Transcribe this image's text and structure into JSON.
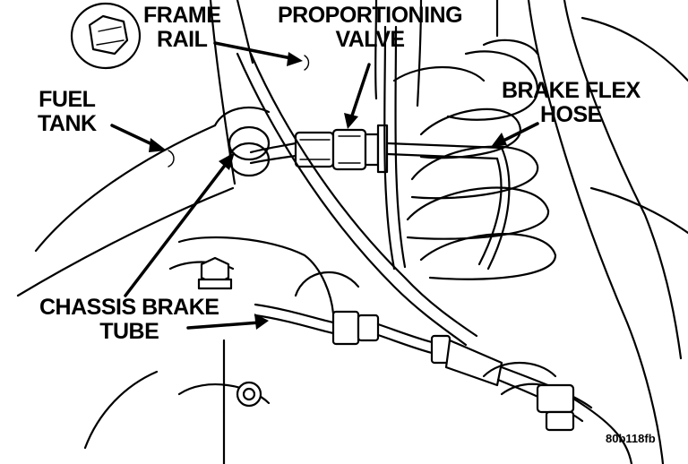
{
  "labels": {
    "frame_rail": [
      "FRAME",
      "RAIL"
    ],
    "proportioning_valve": [
      "PROPORTIONING",
      "VALVE"
    ],
    "fuel_tank": [
      "FUEL",
      "TANK"
    ],
    "brake_flex_hose": [
      "BRAKE FLEX",
      "HOSE"
    ],
    "chassis_brake_tube": [
      "CHASSIS BRAKE",
      "TUBE"
    ]
  },
  "reference_code": "80b118fb"
}
